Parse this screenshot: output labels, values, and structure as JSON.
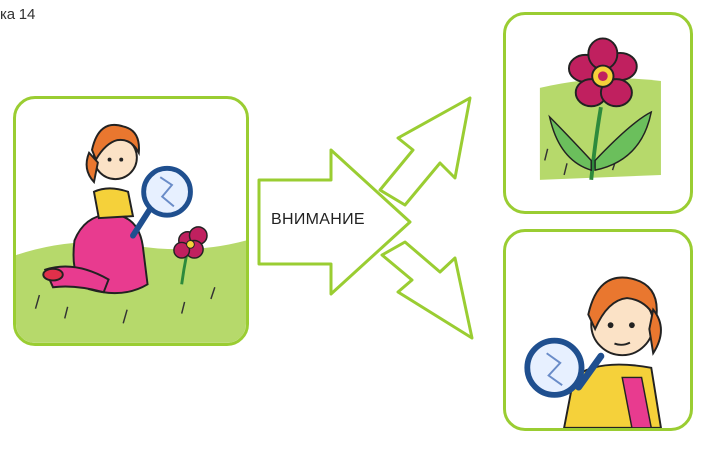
{
  "figure_label": "ка 14",
  "arrow_label": "ВНИМАНИЕ",
  "colors": {
    "frame_border": "#9acd32",
    "arrow_outline": "#9acd32",
    "grass": "#b6d96b",
    "flower_petal": "#c0205f",
    "hair": "#e9772f",
    "dress": "#e83b8f"
  },
  "icons": {
    "main_scene": "girl-with-magnifier-and-flower",
    "top_right": "flower-closeup",
    "bottom_right": "girl-portrait-with-magnifier"
  }
}
